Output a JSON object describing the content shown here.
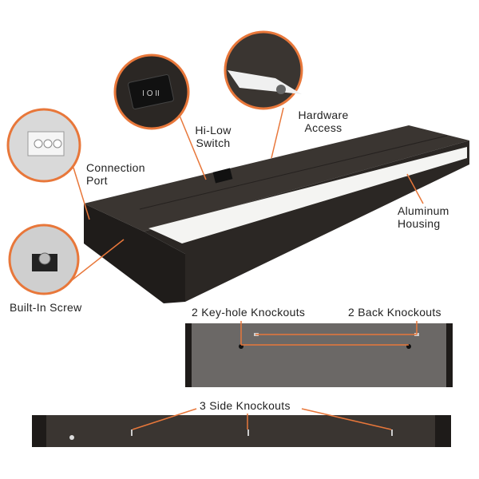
{
  "colors": {
    "accent": "#e8773a",
    "housing": "#2e2a27",
    "diffuser": "#f4f4f2"
  },
  "callouts": {
    "hardware_access": [
      "Hardware",
      "Access"
    ],
    "hi_low_switch": [
      "Hi-Low",
      "Switch"
    ],
    "connection_port": [
      "Connection",
      "Port"
    ],
    "aluminum_housing": [
      "Aluminum",
      "Housing"
    ],
    "built_in_screw": "Built-In Screw",
    "keyhole_knockouts": "2 Key-hole Knockouts",
    "back_knockouts": "2 Back Knockouts",
    "side_knockouts": "3 Side Knockouts"
  },
  "switch_glyph": "I O II"
}
